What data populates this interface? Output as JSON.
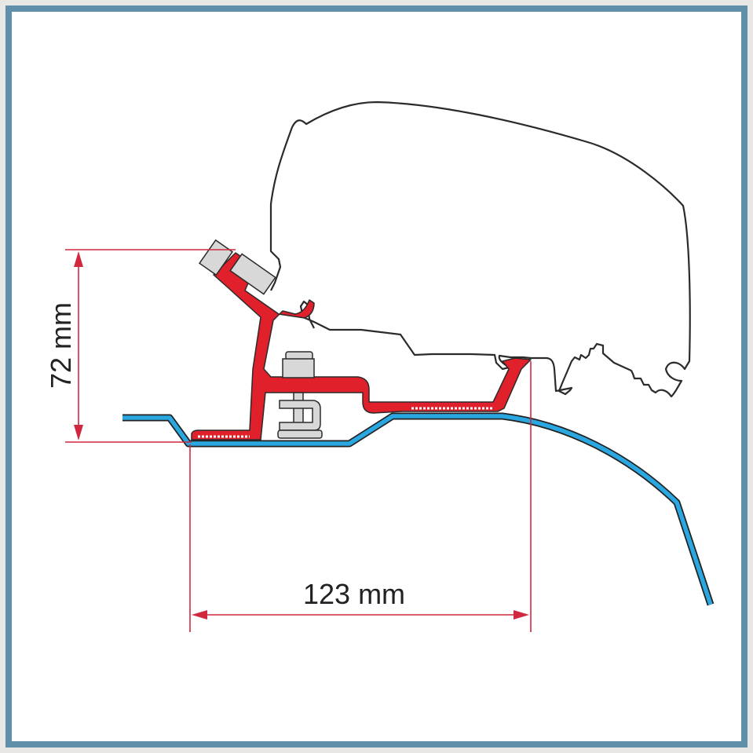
{
  "diagram": {
    "title": "Awning mounting adapter cross-section",
    "components": {
      "awning_profile": "awning-case-outline",
      "adapter_bracket": "red-adapter-bracket",
      "roof": "blue-vehicle-roof-profile",
      "fasteners": [
        "bolt-and-nut",
        "clamp-bolt"
      ]
    },
    "dimensions": {
      "height_label": "72 mm",
      "width_label": "123 mm"
    },
    "colors": {
      "frame_border": "#5f8fa9",
      "background": "#ffffff",
      "dimension_lines": "#d0293f",
      "bracket": "#e0202a",
      "roof": "#2aa7e0",
      "fastener": "#d8d8d8",
      "outline": "#2b2b2b"
    }
  }
}
